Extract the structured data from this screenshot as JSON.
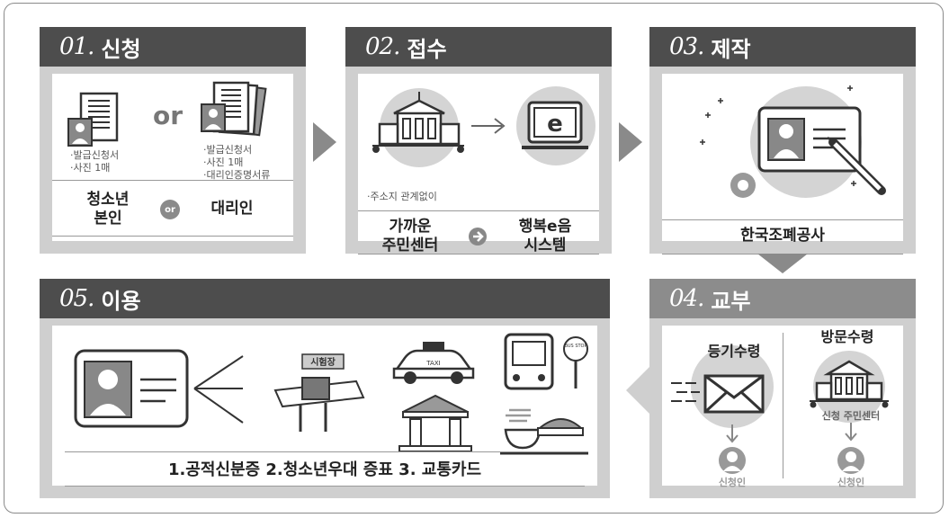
{
  "colors": {
    "dark_header": "#4d4d4d",
    "mid_header": "#8c8c8c",
    "panel_bg": "#cfcfcf",
    "accent_gray": "#8a8a8a"
  },
  "step1": {
    "num": "01.",
    "title": "신청",
    "or_text": "or",
    "left_caption": "·발급신청서\n·사진 1매",
    "right_caption": "·발급신청서\n·사진 1매\n·대리인증명서류",
    "left_label": "청소년\n본인",
    "badge": "or",
    "right_label": "대리인"
  },
  "step2": {
    "num": "02.",
    "title": "접수",
    "note": "·주소지 관계없이",
    "left_label": "가까운\n주민센터",
    "right_label": "행복e음\n시스템"
  },
  "step3": {
    "num": "03.",
    "title": "제작",
    "label": "한국조폐공사"
  },
  "step4": {
    "num": "04.",
    "title": "교부",
    "left_title": "등기수령",
    "right_title": "방문수령",
    "right_sub": "신청 주민센터",
    "person_left": "신청인",
    "person_right": "신청인"
  },
  "step5": {
    "num": "05.",
    "title": "이용",
    "exam_sign": "시험장",
    "taxi_sign": "TAXI",
    "bus_sign": "BUS STOP",
    "caption": "1.공적신분증   2.청소년우대 증표   3. 교통카드"
  },
  "icons": [
    "document-icon",
    "documents-stack-icon",
    "building-icon",
    "computer-icon",
    "id-card-icon",
    "pen-icon",
    "gear-icon",
    "envelope-icon",
    "person-icon",
    "exam-desk-icon",
    "taxi-icon",
    "bus-icon",
    "bank-icon",
    "food-icon"
  ]
}
